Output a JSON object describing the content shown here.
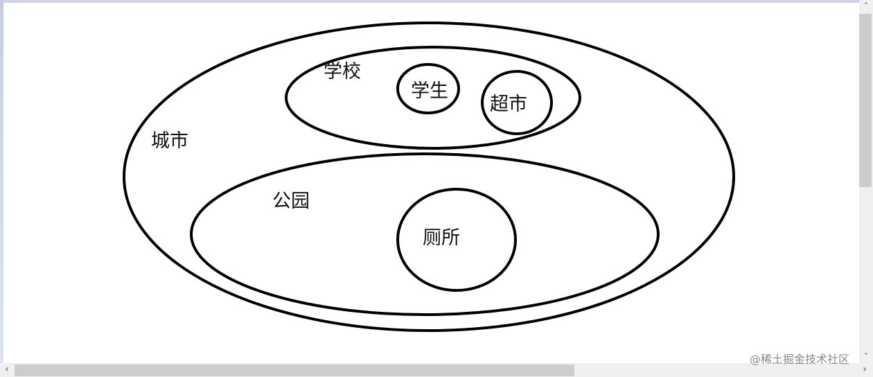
{
  "diagram": {
    "type": "nested-set-diagram",
    "sets": [
      {
        "id": "city",
        "label": "城市",
        "children": [
          "school",
          "park"
        ]
      },
      {
        "id": "school",
        "label": "学校",
        "parent": "city",
        "children": [
          "student",
          "supermarket"
        ]
      },
      {
        "id": "student",
        "label": "学生",
        "parent": "school"
      },
      {
        "id": "supermarket",
        "label": "超市",
        "parent": "school"
      },
      {
        "id": "park",
        "label": "公园",
        "parent": "city",
        "children": [
          "toilet"
        ]
      },
      {
        "id": "toilet",
        "label": "厕所",
        "parent": "park"
      }
    ],
    "labels": {
      "city": "城市",
      "school": "学校",
      "student": "学生",
      "supermarket": "超市",
      "park": "公园",
      "toilet": "厕所"
    },
    "stroke_color": "#000000"
  },
  "watermark": "@稀土掘金技术社区",
  "scrollbars": {
    "up_icon": "˄",
    "down_icon": "˅",
    "left_icon": "‹",
    "right_icon": "›"
  }
}
